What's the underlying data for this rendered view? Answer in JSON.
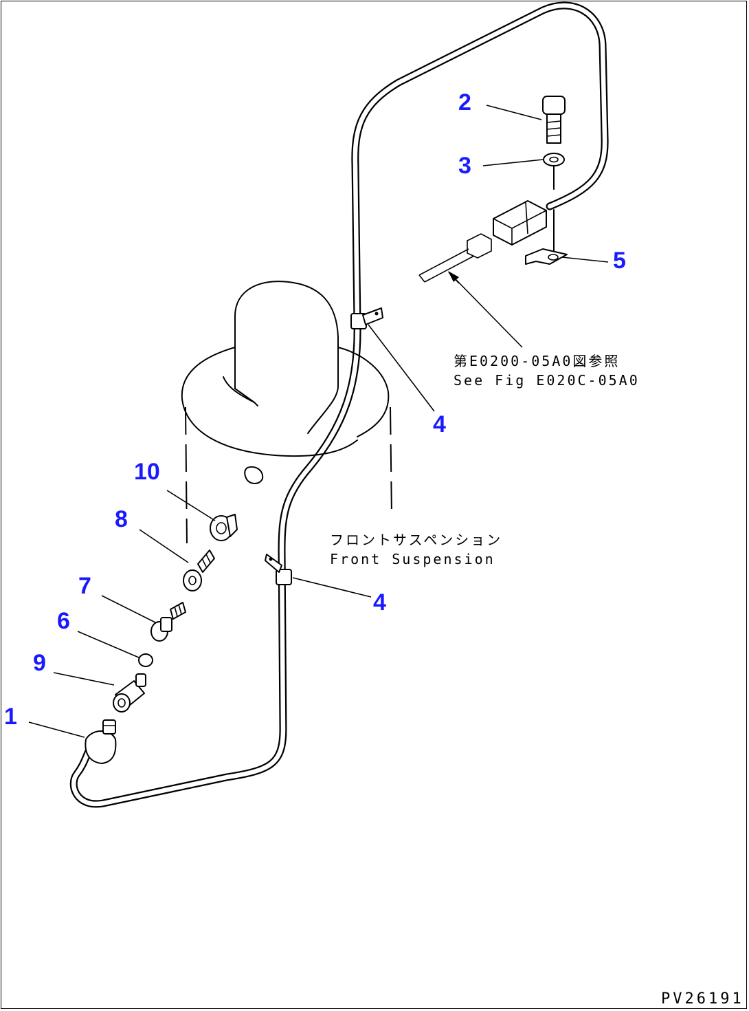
{
  "callouts": [
    {
      "id": "c2",
      "label": "2"
    },
    {
      "id": "c3",
      "label": "3"
    },
    {
      "id": "c5",
      "label": "5"
    },
    {
      "id": "c4a",
      "label": "4"
    },
    {
      "id": "c10",
      "label": "10"
    },
    {
      "id": "c8",
      "label": "8"
    },
    {
      "id": "c4b",
      "label": "4"
    },
    {
      "id": "c7",
      "label": "7"
    },
    {
      "id": "c6",
      "label": "6"
    },
    {
      "id": "c9",
      "label": "9"
    },
    {
      "id": "c1",
      "label": "1"
    }
  ],
  "notes": {
    "ref_jp": "第E0200-05A0図参照",
    "ref_en": "See Fig E020C-05A0",
    "front_suspension_jp": "フロントサスペンション",
    "front_suspension_en": "Front Suspension"
  },
  "drawing_number": "PV26191"
}
